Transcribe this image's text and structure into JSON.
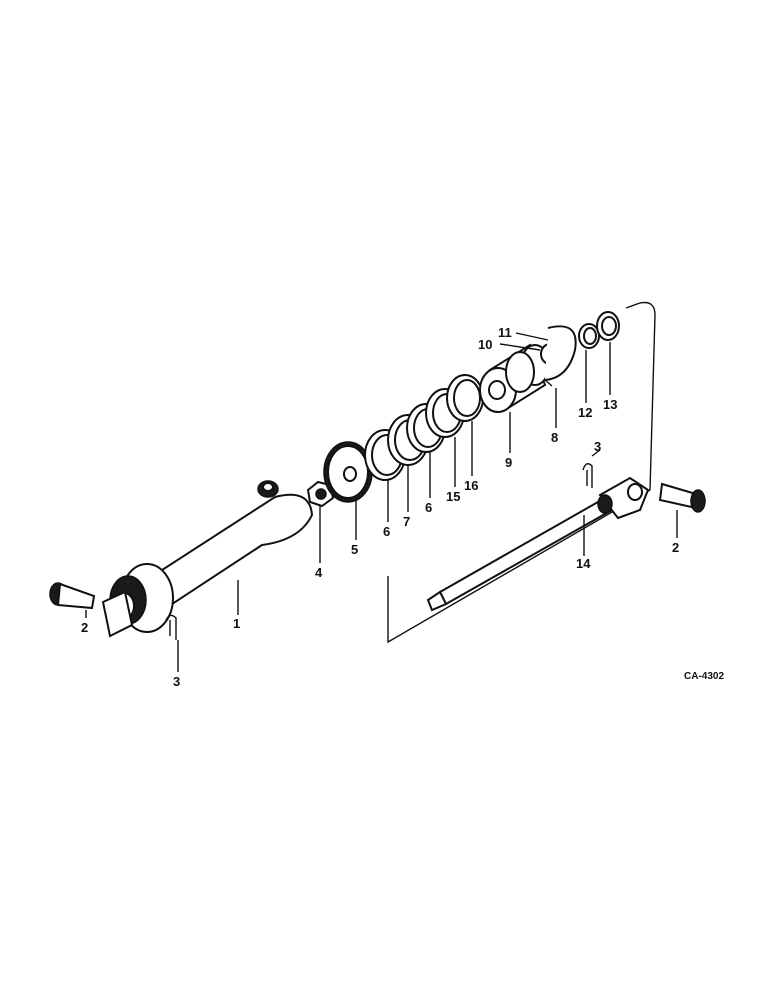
{
  "diagram": {
    "code": "CA-4302",
    "callouts": {
      "c1": "1",
      "c2a": "2",
      "c2b": "2",
      "c3a": "3",
      "c3b": "3",
      "c4": "4",
      "c5": "5",
      "c6a": "6",
      "c6b": "6",
      "c7": "7",
      "c8": "8",
      "c9": "9",
      "c10": "10",
      "c11": "11",
      "c12": "12",
      "c13": "13",
      "c14": "14",
      "c15": "15",
      "c16": "16"
    }
  }
}
